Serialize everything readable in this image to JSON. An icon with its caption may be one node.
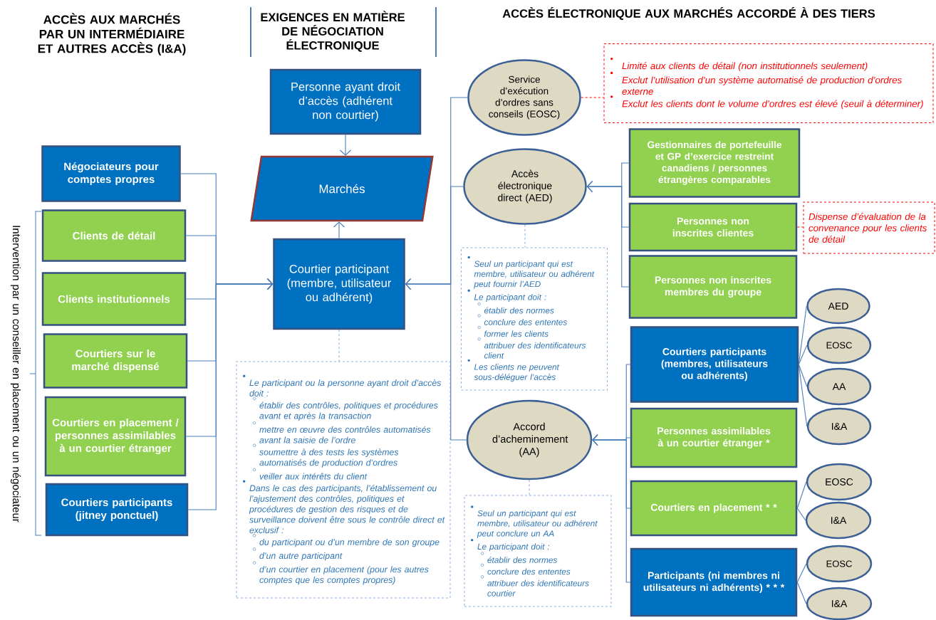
{
  "diagram": {
    "nodes": [
      {
        "text": [
          "Personne ayant droit d’accès (adhérent non courtier)"
        ]
      },
      {
        "text": [
          "Marchés"
        ]
      },
      {
        "text": [
          "Courtier participant (membre, utilisateur ou adhérent)"
        ]
      },
      {
        "text": [
          "Négociateurs pour comptes propres"
        ]
      },
      {
        "text": [
          "Clients de détail"
        ]
      },
      {
        "text": [
          "Clients institutionnels"
        ]
      },
      {
        "text": [
          "Courtiers sur le marché dispensé"
        ]
      },
      {
        "text": [
          "Courtiers en placement / personnes assimilables à un courtier étranger"
        ]
      },
      {
        "text": [
          "Courtiers participants (jitney ponctuel)"
        ]
      },
      {
        "text": [
          "Le participant ou la personne ayant droit d’accès doit :",
          "établir des contrôles, politiques et procédures avant et après la transaction",
          "mettre en œuvre des contrôles automatisés avant la saisie de l’ordre",
          "soumettre à des tests les systèmes automatisés de production d’ordres",
          "veiller aux intérêts du client",
          "Dans le cas des participants, l’établissement ou l’ajustement des contrôles, politiques et procédures de gestion des risques et de surveillance doivent être sous le contrôle direct et exclusif :",
          "du participant ou d’un membre de son groupe",
          "d’un autre participant",
          "d’un courtier en placement (pour les autres comptes que les comptes propres)"
        ]
      },
      {
        "text": [
          "Service d’exécution d’ordres sans conseils (EOSC)"
        ]
      },
      {
        "text": [
          "Limité aux clients de détail (non institutionnels seulement)",
          "Exclut l’utilisation d’un système automatisé de production d’ordres externe",
          "Exclut les clients dont le volume d’ordres est élevé (seuil à déterminer)"
        ]
      },
      {
        "text": [
          "Accès électronique direct (AED)"
        ]
      },
      {
        "text": [
          "Seul un participant qui est membre, utilisateur ou adhérent peut fournir l’AED",
          "Le participant doit :",
          "établir des normes",
          "conclure des ententes",
          "former les clients",
          "attribuer des identificateurs client",
          "Les clients ne peuvent sous-déléguer l’accès"
        ]
      },
      {
        "text": [
          "Gestionnaires de portefeuille et GP d’exercice restreint canadiens / personnes étrangères comparables"
        ]
      },
      {
        "text": [
          "Personnes non inscrites clientes"
        ]
      },
      {
        "text": [
          "Dispense d’évaluation de la convenance pour les clients de détail"
        ]
      },
      {
        "text": [
          "Personnes non inscrites membres du groupe"
        ]
      },
      {
        "text": [
          "Accord d’acheminement (AA)"
        ]
      },
      {
        "text": [
          "Seul un participant qui est membre, utilisateur ou adhérent peut conclure un AA",
          "Le participant doit :",
          "établir des normes",
          "conclure des ententes",
          "attribuer des identificateurs courtier"
        ]
      },
      {
        "text": [
          "Courtiers participants (membres, utilisateurs ou adhérents)"
        ]
      },
      {
        "text": [
          "AED"
        ]
      },
      {
        "text": [
          "EOSC"
        ]
      },
      {
        "text": [
          "AA"
        ]
      },
      {
        "text": [
          "I&A"
        ]
      },
      {
        "text": [
          "Personnes assimilables à un courtier étranger *"
        ]
      },
      {
        "text": [
          "Courtiers en placement * *"
        ]
      },
      {
        "text": [
          "EOSC"
        ]
      },
      {
        "text": [
          "I&A"
        ]
      },
      {
        "text": [
          "Participants (ni membres ni utilisateurs ni adhérents) * * *"
        ]
      },
      {
        "text": [
          "EOSC"
        ]
      },
      {
        "text": [
          "I&A"
        ]
      }
    ],
    "edges": [
      {
        "from": 0,
        "to": 1,
        "arrow": "to"
      },
      {
        "from": 2,
        "to": 1,
        "arrow": "to"
      },
      {
        "from": 3,
        "to": 2,
        "arrow": "to"
      },
      {
        "from": 4,
        "to": 2,
        "arrow": "to"
      },
      {
        "from": 5,
        "to": 2,
        "arrow": "to"
      },
      {
        "from": 6,
        "to": 2,
        "arrow": "to"
      },
      {
        "from": 7,
        "to": 2,
        "arrow": "to"
      },
      {
        "from": 8,
        "to": 2,
        "arrow": "to"
      },
      {
        "from": 2,
        "to": 9,
        "arrow": "none",
        "style": "dashed",
        "color": "#8db3e2"
      },
      {
        "from": 10,
        "to": 2,
        "arrow": "to"
      },
      {
        "from": 12,
        "to": 2,
        "arrow": "to"
      },
      {
        "from": 18,
        "to": 2,
        "arrow": "to"
      },
      {
        "from": 10,
        "to": 11,
        "arrow": "none",
        "style": "dashed",
        "color": "#ff0000"
      },
      {
        "from": 12,
        "to": 13,
        "arrow": "none",
        "style": "dashed",
        "color": "#8db3e2"
      },
      {
        "from": 14,
        "to": 12,
        "arrow": "to"
      },
      {
        "from": 15,
        "to": 12,
        "arrow": "to"
      },
      {
        "from": 17,
        "to": 12,
        "arrow": "to"
      },
      {
        "from": 15,
        "to": 16,
        "arrow": "none",
        "style": "dashed",
        "color": "#ff0000"
      },
      {
        "from": 18,
        "to": 19,
        "arrow": "none",
        "style": "dashed",
        "color": "#8db3e2"
      },
      {
        "from": 20,
        "to": 18,
        "arrow": "to"
      },
      {
        "from": 25,
        "to": 18,
        "arrow": "to"
      },
      {
        "from": 26,
        "to": 18,
        "arrow": "to"
      },
      {
        "from": 29,
        "to": 18,
        "arrow": "to"
      },
      {
        "from": 20,
        "to": 21,
        "arrow": "none"
      },
      {
        "from": 20,
        "to": 22,
        "arrow": "none"
      },
      {
        "from": 20,
        "to": 23,
        "arrow": "none"
      },
      {
        "from": 20,
        "to": 24,
        "arrow": "none"
      },
      {
        "from": 26,
        "to": 27,
        "arrow": "none"
      },
      {
        "from": 26,
        "to": 28,
        "arrow": "none"
      },
      {
        "from": 29,
        "to": 30,
        "arrow": "none"
      },
      {
        "from": 29,
        "to": 31,
        "arrow": "none"
      }
    ],
    "labels": [
      "ACCÈS AUX MARCHÉS PAR UN INTERMÉDIAIRE ET AUTRES ACCÈS (I&A)",
      "EXIGENCES EN MATIÈRE DE NÉGOCIATION ÉLECTRONIQUE",
      "ACCÈS ÉLECTRONIQUE AUX MARCHÉS ACCORDÉ À DES TIERS",
      "Intervention par un conseiller en placement ou un négociateur"
    ]
  }
}
